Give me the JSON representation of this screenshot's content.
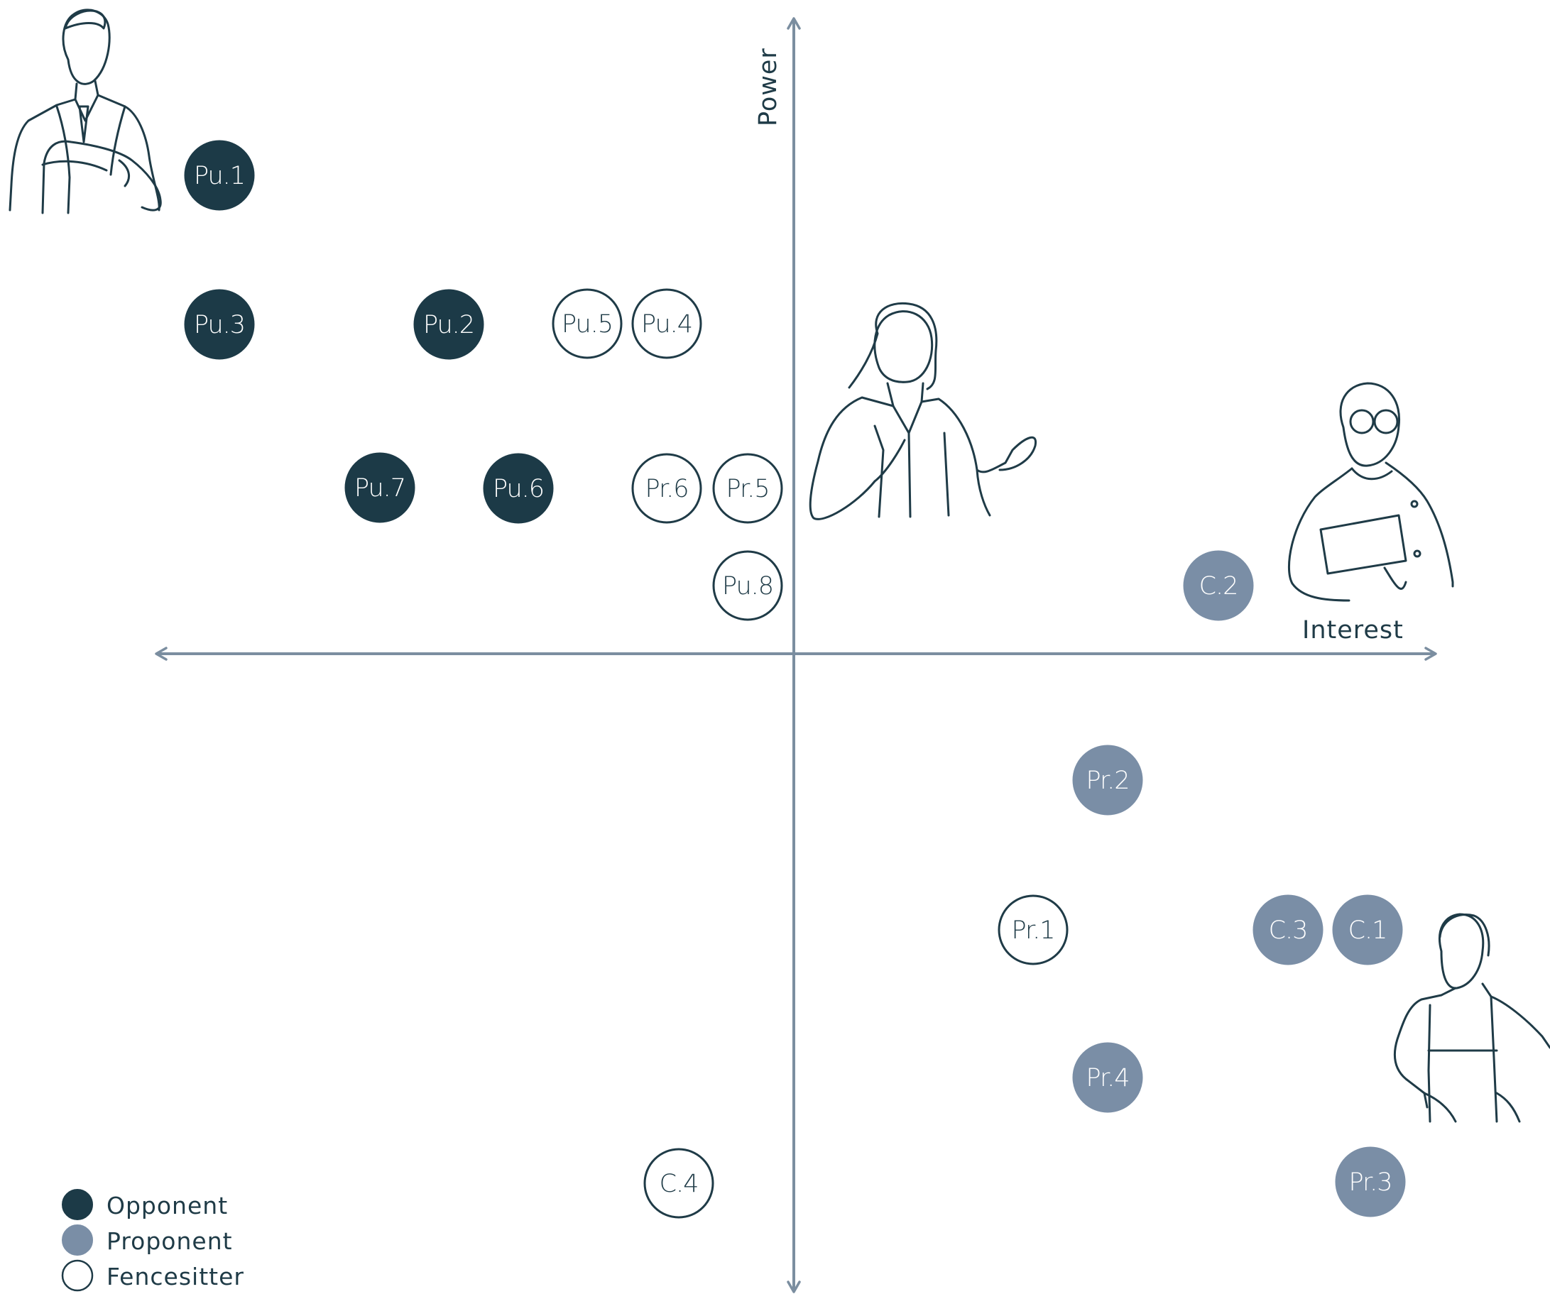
{
  "axes": {
    "x_label": "Interest",
    "y_label": "Power"
  },
  "colors": {
    "axis": "#7b8ea0",
    "opponent": "#1c3a47",
    "proponent": "#7a8ea6",
    "fencesitter_fill": "#ffffff",
    "fencesitter_stroke": "#1f3b47",
    "sketch": "#1f3b47"
  },
  "legend": [
    {
      "key": "opponent",
      "label": "Opponent"
    },
    {
      "key": "proponent",
      "label": "Proponent"
    },
    {
      "key": "fencesitter",
      "label": "Fencesitter"
    }
  ],
  "stakeholders": [
    {
      "id": "Pu.1",
      "group": "opponent"
    },
    {
      "id": "Pu.3",
      "group": "opponent"
    },
    {
      "id": "Pu.2",
      "group": "opponent"
    },
    {
      "id": "Pu.5",
      "group": "fencesitter"
    },
    {
      "id": "Pu.4",
      "group": "fencesitter"
    },
    {
      "id": "Pu.7",
      "group": "opponent"
    },
    {
      "id": "Pu.6",
      "group": "opponent"
    },
    {
      "id": "Pr.6",
      "group": "fencesitter"
    },
    {
      "id": "Pr.5",
      "group": "fencesitter"
    },
    {
      "id": "Pu.8",
      "group": "fencesitter"
    },
    {
      "id": "C.2",
      "group": "proponent"
    },
    {
      "id": "Pr.2",
      "group": "proponent"
    },
    {
      "id": "Pr.1",
      "group": "fencesitter"
    },
    {
      "id": "C.3",
      "group": "proponent"
    },
    {
      "id": "C.1",
      "group": "proponent"
    },
    {
      "id": "Pr.4",
      "group": "proponent"
    },
    {
      "id": "C.4",
      "group": "fencesitter"
    },
    {
      "id": "Pr.3",
      "group": "proponent"
    }
  ],
  "illustrations": [
    {
      "name": "businessman-illustration"
    },
    {
      "name": "woman-presenter-illustration"
    },
    {
      "name": "woman-hijab-clipboard-illustration"
    },
    {
      "name": "worker-apron-illustration"
    }
  ]
}
